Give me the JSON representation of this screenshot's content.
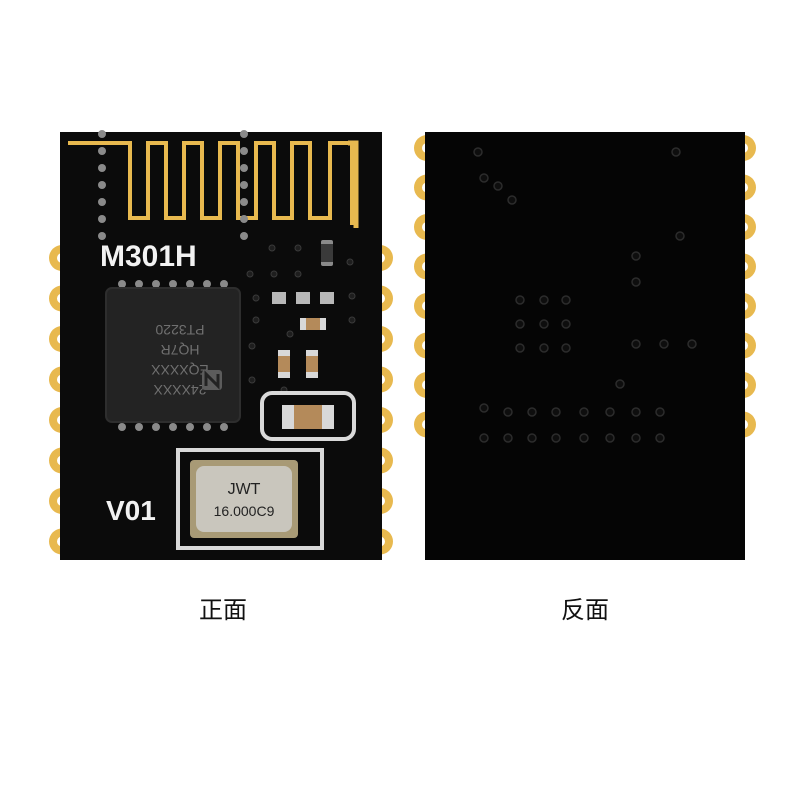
{
  "front": {
    "caption": "正面",
    "module_label": "M301H",
    "version_label": "V01",
    "chip": {
      "lines": [
        "24XXXX",
        "EQXXXX",
        "HQ7R",
        "PT3220"
      ]
    },
    "crystal": {
      "line1": "JWT",
      "line2": "16.000C9"
    }
  },
  "back": {
    "caption": "反面"
  },
  "colors": {
    "board": "#0b0b0b",
    "gold": "#e8b94f",
    "silk": "#f2f2f2",
    "crystal": "#c9c6bd"
  }
}
